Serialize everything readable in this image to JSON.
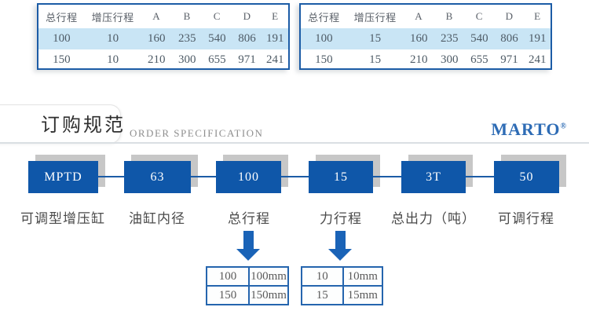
{
  "colors": {
    "table_border": "#1c5ca6",
    "row_highlight": "#c9e5f5",
    "box_blue": "#0f57a9",
    "box_shadow_gray": "#c7c7c7",
    "arrow_blue": "#1a63b7",
    "brand_blue": "#2e6cb5",
    "option_table_border": "#2565ae"
  },
  "spec_tables": [
    {
      "headers": [
        "总行程",
        "增压行程",
        "A",
        "B",
        "C",
        "D",
        "E"
      ],
      "rows": [
        [
          "100",
          "10",
          "160",
          "235",
          "540",
          "806",
          "191"
        ],
        [
          "150",
          "10",
          "210",
          "300",
          "655",
          "971",
          "241"
        ]
      ]
    },
    {
      "headers": [
        "总行程",
        "增压行程",
        "A",
        "B",
        "C",
        "D",
        "E"
      ],
      "rows": [
        [
          "100",
          "15",
          "160",
          "235",
          "540",
          "806",
          "191"
        ],
        [
          "150",
          "15",
          "210",
          "300",
          "655",
          "971",
          "241"
        ]
      ]
    }
  ],
  "section": {
    "title_zh": "订购规范",
    "title_en": "ORDER SPECIFICATION",
    "brand": "MARTO",
    "brand_reg": "®"
  },
  "order_code": {
    "segments": [
      {
        "code": "MPTD",
        "label": "可调型增压缸"
      },
      {
        "code": "63",
        "label": "油缸内径"
      },
      {
        "code": "100",
        "label": "总行程"
      },
      {
        "code": "15",
        "label": "力行程"
      },
      {
        "code": "3T",
        "label": "总出力（吨）"
      },
      {
        "code": "50",
        "label": "可调行程"
      }
    ]
  },
  "option_tables": [
    {
      "rows": [
        [
          "100",
          "100mm"
        ],
        [
          "150",
          "150mm"
        ]
      ]
    },
    {
      "rows": [
        [
          "10",
          "10mm"
        ],
        [
          "15",
          "15mm"
        ]
      ]
    }
  ]
}
